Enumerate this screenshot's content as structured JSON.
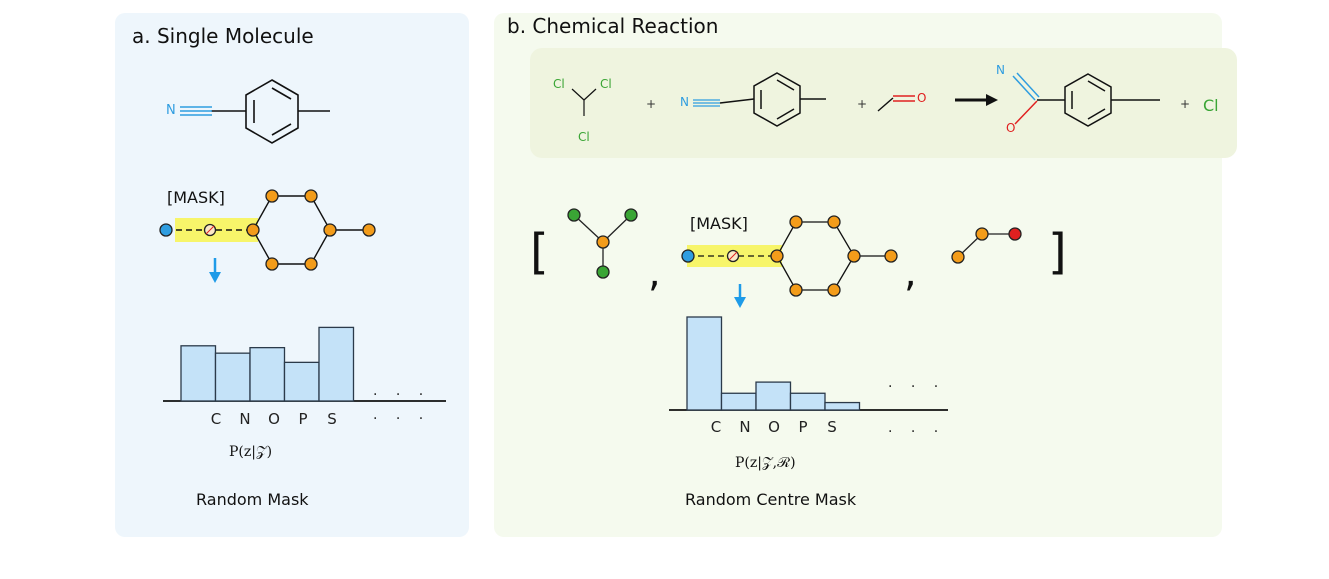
{
  "panel_a": {
    "title": "a. Single Molecule",
    "mask_label": "[MASK]",
    "prob_label": "P(z|𝒵)",
    "caption": "Random Mask",
    "atom_n": "N",
    "dots_top": ". . .",
    "dots_bottom": ". . ."
  },
  "panel_b": {
    "title": "b. Chemical Reaction",
    "mask_label": "[MASK]",
    "prob_label": "P(z|𝒵,ℛ)",
    "caption": "Random Centre Mask",
    "dots_top": ". . .",
    "dots_bottom": ". . .",
    "bracket_open": "[",
    "bracket_close": "]",
    "comma": ",",
    "reaction": {
      "cl1": "Cl",
      "cl2": "Cl",
      "cl3": "Cl",
      "plus": "+",
      "nitrile_n": "N",
      "aldehyde_o": "O",
      "product_n": "N",
      "product_o": "O",
      "byproduct": "Cl"
    }
  },
  "colors": {
    "blue_atom": "#2f9de0",
    "orange_atom": "#f39c1a",
    "green_atom": "#3aa535",
    "red_atom": "#e02020",
    "mask_highlight": "#f7f56a",
    "bar_fill": "#c4e2f8",
    "arrow_blue": "#1e9be8"
  },
  "chart_data": [
    {
      "type": "bar",
      "categories": [
        "C",
        "N",
        "O",
        "P",
        "S"
      ],
      "values": [
        0.6,
        0.52,
        0.58,
        0.42,
        0.8
      ],
      "extra_bar_values": [],
      "xlabel": "P(z|𝒵)",
      "ylim": [
        0,
        1
      ]
    },
    {
      "type": "bar",
      "categories": [
        "C",
        "N",
        "O",
        "P",
        "S"
      ],
      "values": [
        1.0,
        0.18,
        0.3,
        0.18,
        0.08
      ],
      "xlabel": "P(z|𝒵,ℛ)",
      "ylim": [
        0,
        1
      ]
    }
  ]
}
